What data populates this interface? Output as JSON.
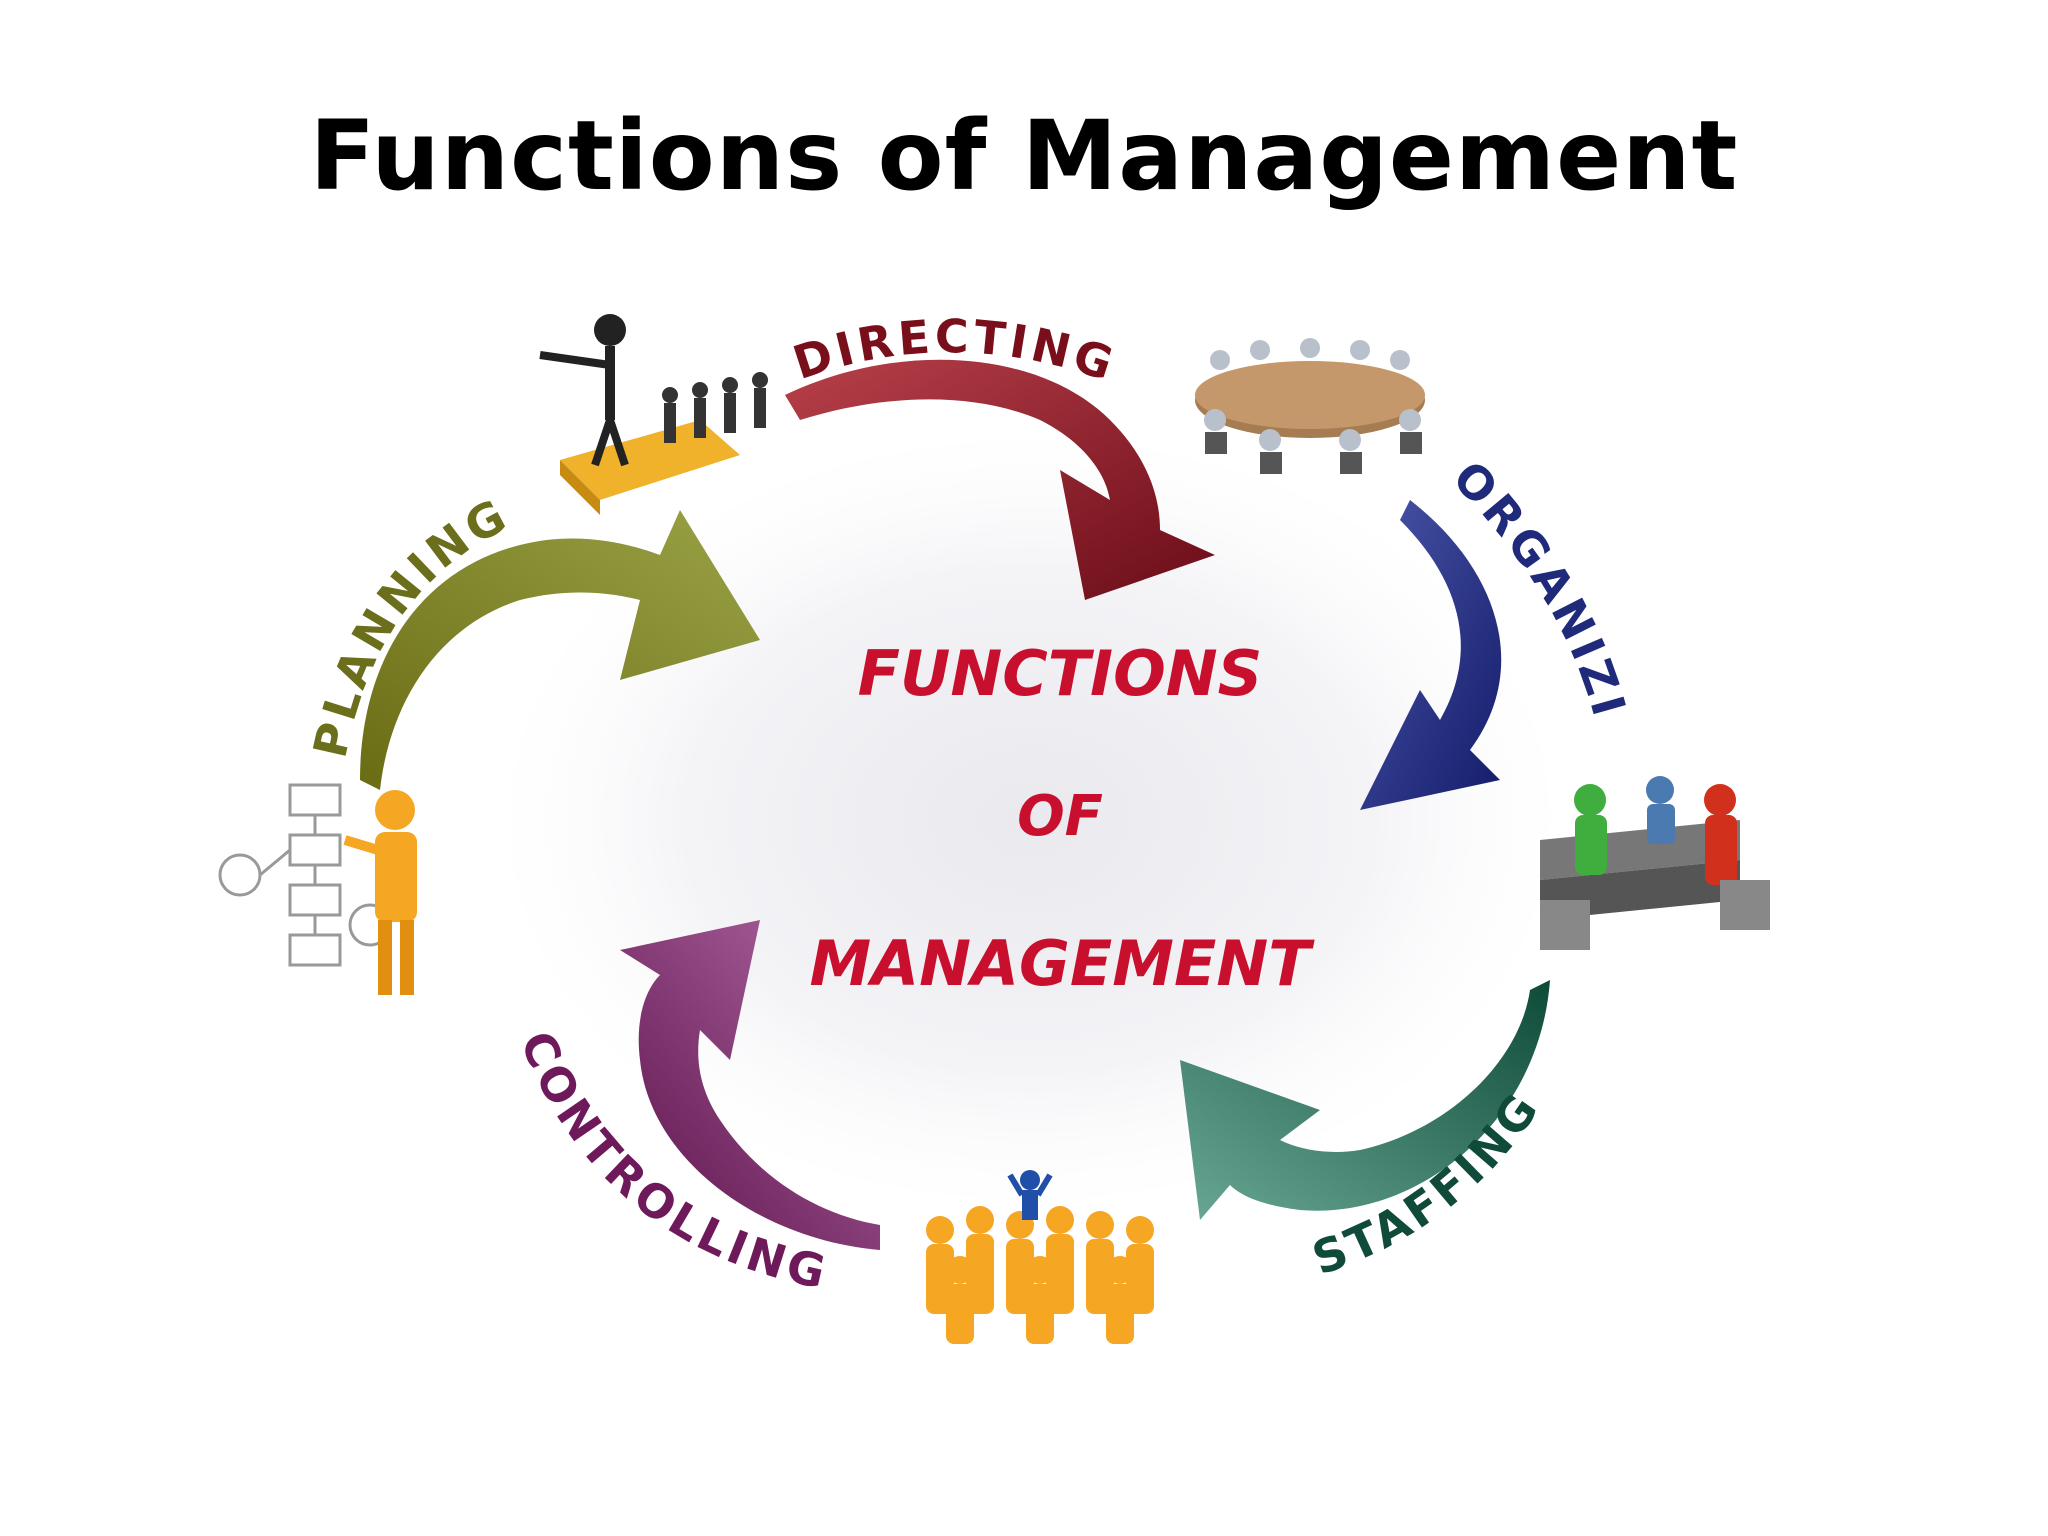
{
  "slide": {
    "title": "Functions of Management"
  },
  "center": {
    "line1": "FUNCTIONS",
    "line2": "OF",
    "line3": "MANAGEMENT"
  },
  "arcs": [
    {
      "id": "directing",
      "label": "DIRECTING",
      "color": "#7a0f1c"
    },
    {
      "id": "organizing",
      "label": "ORGANIZING",
      "color": "#1f2a7a"
    },
    {
      "id": "staffing",
      "label": "STAFFING",
      "color": "#0f4a3a"
    },
    {
      "id": "controlling",
      "label": "CONTROLLING",
      "color": "#6e1a5a"
    },
    {
      "id": "planning",
      "label": "PLANNING",
      "color": "#6b6e1a"
    }
  ],
  "colors": {
    "center_text": "#c8102e",
    "figure_orange": "#f5a623",
    "figure_gray": "#9aa4b4"
  }
}
